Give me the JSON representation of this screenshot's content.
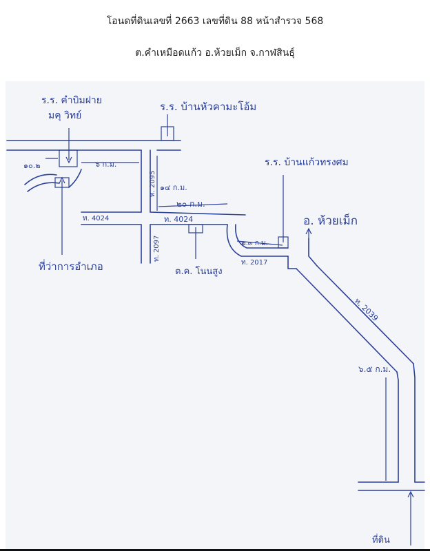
{
  "header": {
    "line1": "โอนดที่ดินเลขที่ 2663 เลขที่ดิน 88 หน้าสำรวจ 568",
    "line2": "ต.คำเหมือดแก้ว อ.ห้วยเม็ก จ.กาฬสินธุ์"
  },
  "map": {
    "ink_color": "#2a3f9a",
    "labels": {
      "school_top_left_1": "ร.ร. คำบิมฝาย",
      "school_top_left_2": "มคุ วิทย์",
      "school_top_center": "ร.ร. บ้านหัวคามะโอ้ม",
      "dist_left": "๑๐.๒",
      "dist_top_mid": "๖ ก.ม.",
      "dist_vert": "๑๔ ก.ม.",
      "dist_mid": "๒๐ ก.ม.",
      "road_2095": "ท. 2095",
      "road_4024_left": "ท. 4024",
      "road_4024_mid": "ท. 4024",
      "road_2097": "ท. 2097",
      "label_bottom_left": "ที่ว่าการอำเภอ",
      "label_mid_bottom": "ต.ค. โนนสูง",
      "school_right": "ร.ร. บ้านแก้วทรงศม",
      "district_right": "อ. ห้วยเม็ก",
      "dist_right": "๒.๓ ก.ม.",
      "road_2017": "ท. 2017",
      "road_2039": "ท. 2039",
      "dist_lower_right": "๖.๕ ก.ม.",
      "label_bottom_right": "ที่ดิน"
    }
  }
}
